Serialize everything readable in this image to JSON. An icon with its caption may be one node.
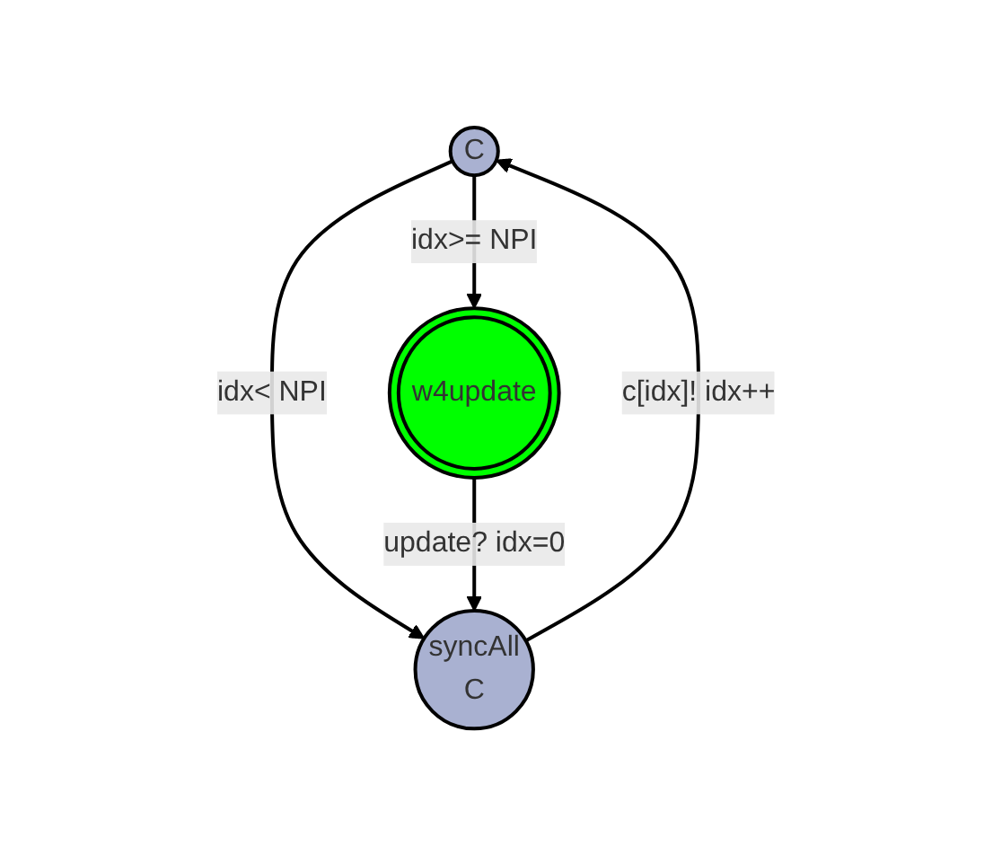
{
  "diagram": {
    "nodes": [
      {
        "text": [
          "C"
        ]
      },
      {
        "text": [
          "w4update"
        ]
      },
      {
        "text": [
          "syncAll",
          "C"
        ]
      }
    ],
    "edges": [
      {
        "from": 0,
        "to": 1,
        "arrow": "to",
        "label": "idx>= NPI"
      },
      {
        "from": 0,
        "to": 2,
        "arrow": "to",
        "label": "idx< NPI"
      },
      {
        "from": 1,
        "to": 2,
        "arrow": "to",
        "label": "update? idx=0"
      },
      {
        "from": 2,
        "to": 0,
        "arrow": "to",
        "label": "c[idx]! idx++"
      }
    ]
  }
}
